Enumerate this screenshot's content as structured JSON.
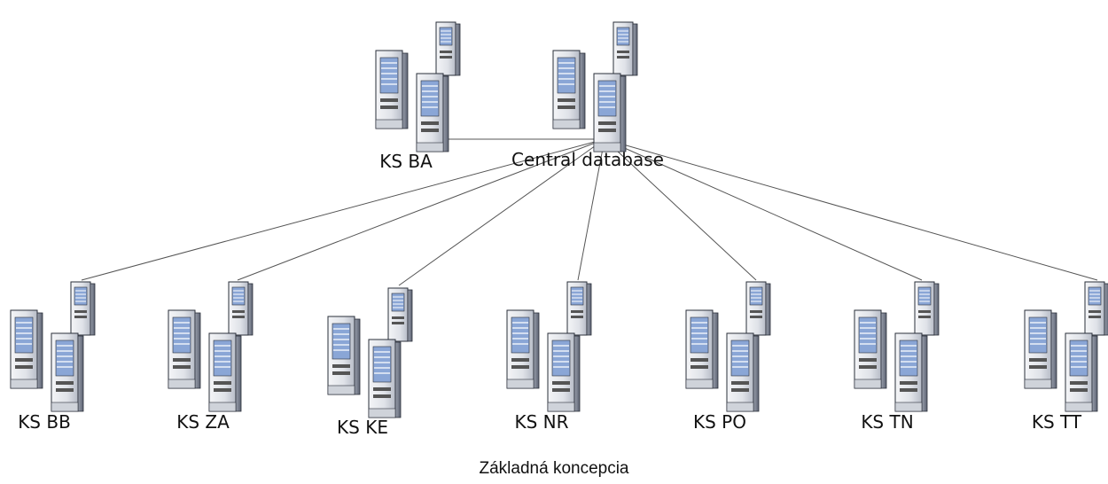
{
  "diagram": {
    "hub_label": "Central database",
    "top_node": "KS BA",
    "nodes": [
      "KS BB",
      "KS ZA",
      "KS KE",
      "KS NR",
      "KS PO",
      "KS TN",
      "KS TT"
    ],
    "caption": "Základná koncepcia"
  },
  "colors": {
    "line": "#555555",
    "server_body": "#e4e6ea",
    "server_shade": "#9aa0ad",
    "server_screen": "#8aa6d6",
    "server_dark": "#2a2f3a"
  },
  "icons": {
    "server": "server-rack-icon"
  }
}
